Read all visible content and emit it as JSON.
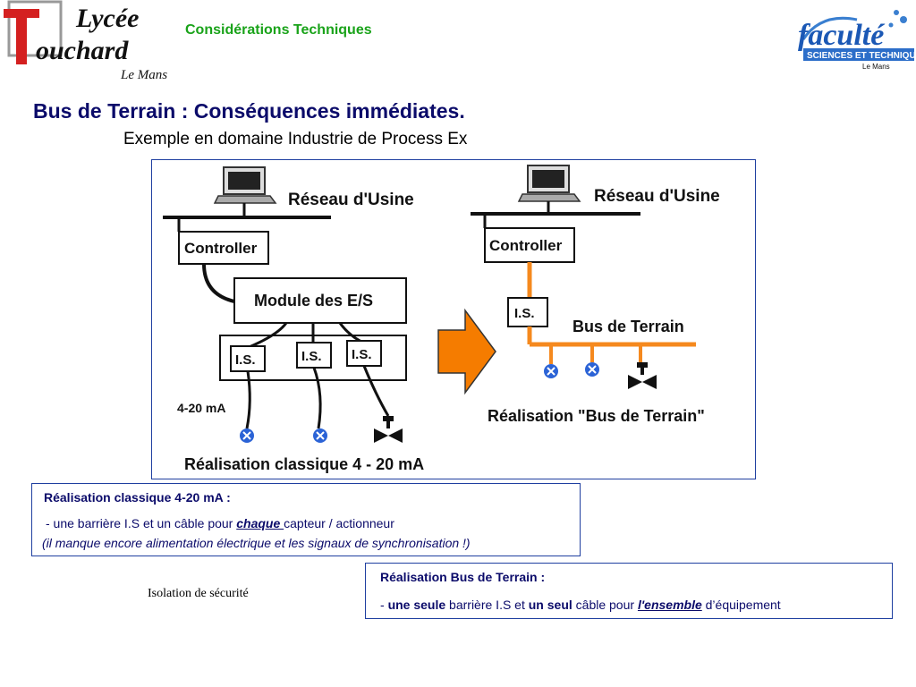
{
  "header": {
    "logo_left": {
      "line1": "Lycée",
      "line2": "ouchard",
      "initial": "T",
      "line3": "Le Mans"
    },
    "title": "Considérations Techniques",
    "logo_right": {
      "line1": "faculté",
      "line2": "SCIENCES ET TECHNIQUES",
      "line3": "Le Mans"
    }
  },
  "slide": {
    "title": "Bus de Terrain : Conséquences immédiates.",
    "subtitle": "Exemple en domaine Industrie de Process Ex"
  },
  "diagram": {
    "left": {
      "network_label": "Réseau d'Usine",
      "controller_label": "Controller",
      "module_label": "Module des E/S",
      "is_labels": [
        "I.S.",
        "I.S.",
        "I.S."
      ],
      "signal_label": "4-20 mA",
      "caption": "Réalisation classique 4 - 20 mA"
    },
    "right": {
      "network_label": "Réseau d'Usine",
      "controller_label": "Controller",
      "is_label": "I.S.",
      "bus_label": "Bus de Terrain",
      "caption": "Réalisation  \"Bus de Terrain\""
    },
    "colors": {
      "bus": "#f5891e",
      "arrow": "#f57c00",
      "sensor": "#2b63d6",
      "frame": "#1f3fa0"
    }
  },
  "notes": {
    "classic": {
      "heading": "Réalisation classique 4-20 mA :",
      "line_prefix": "- une barrière I.S et un câble pour ",
      "line_emph": "chaque ",
      "line_suffix": "capteur / actionneur",
      "italic_note": "(il manque encore alimentation électrique et les signaux de synchronisation !)"
    },
    "bus": {
      "heading": "Réalisation Bus de Terrain :",
      "p1": "- ",
      "b1": "une seule",
      "p2": " barrière I.S et ",
      "b2": "un seul",
      "p3": " câble pour ",
      "b3": "l'ensemble",
      "p4": " d’équipement"
    }
  },
  "caption": "Isolation de sécurité"
}
